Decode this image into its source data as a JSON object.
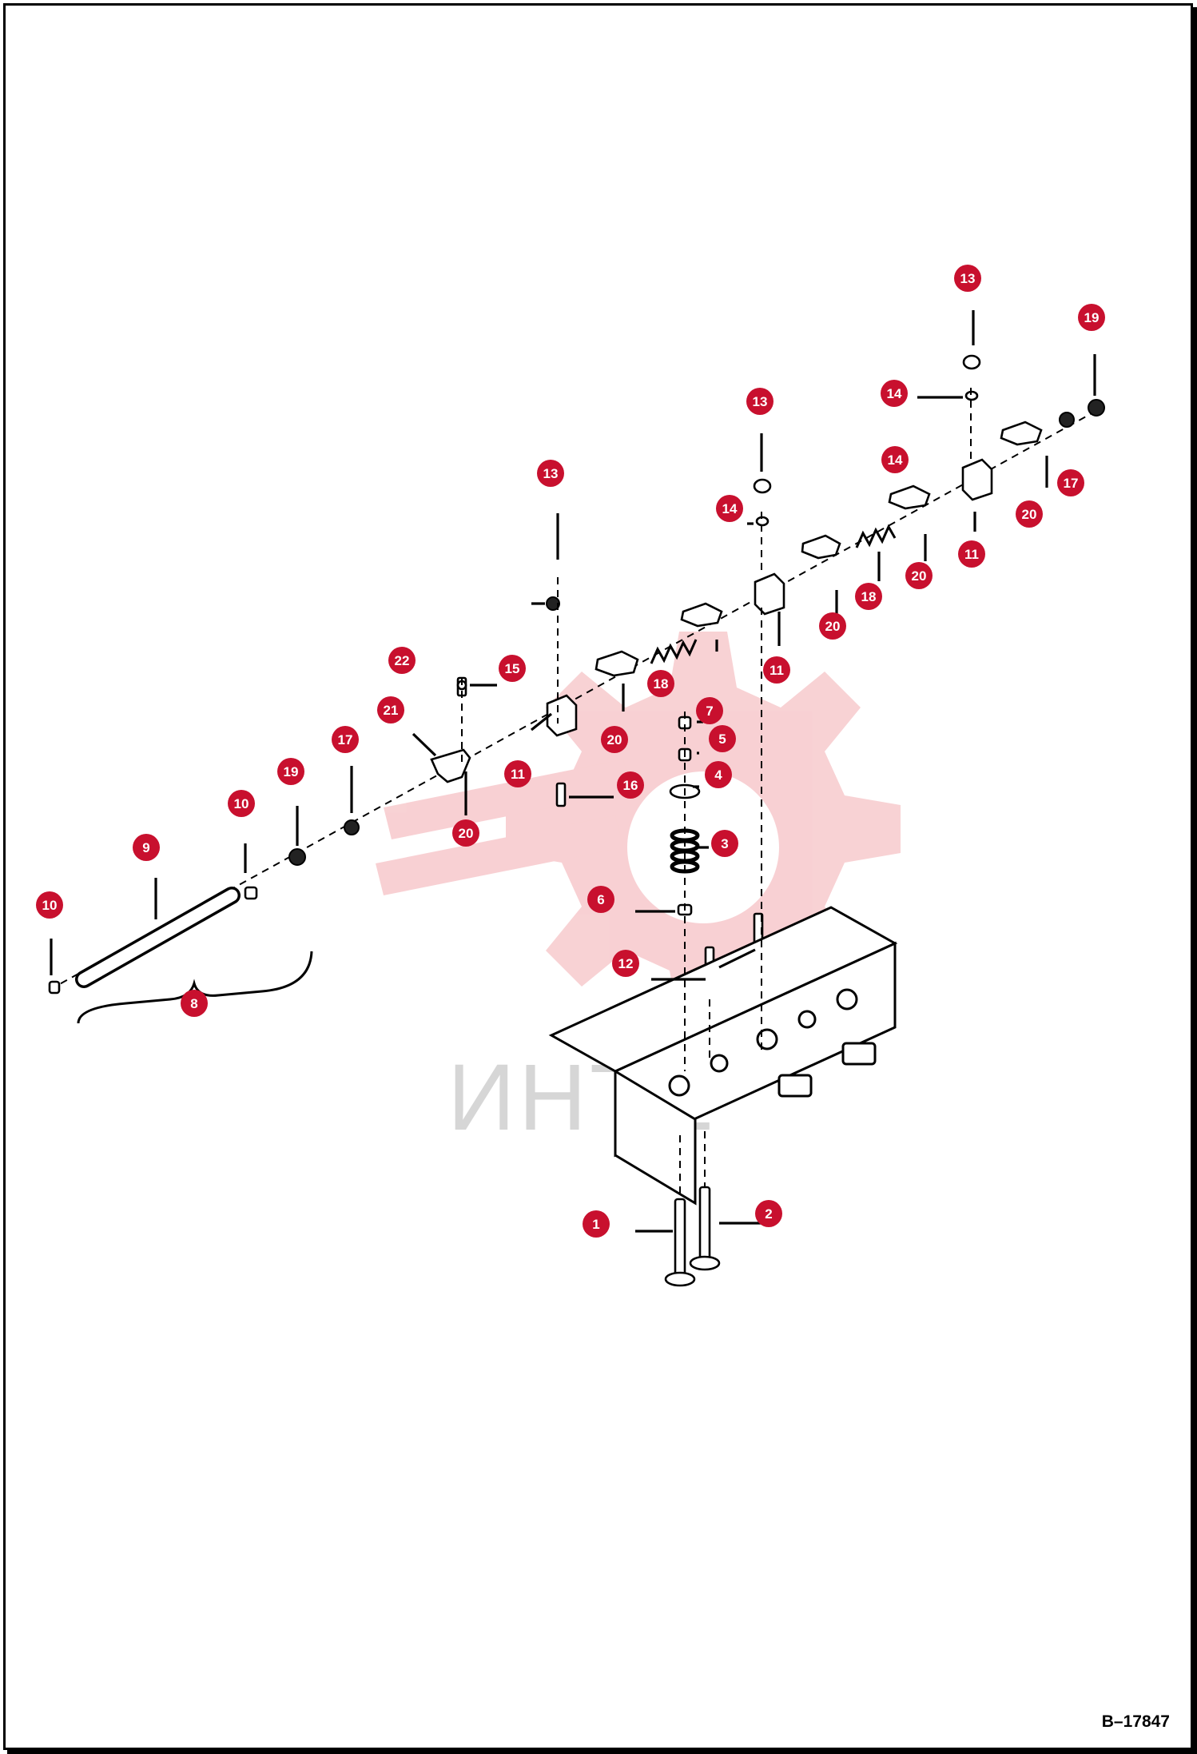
{
  "drawing_id": "B–17847",
  "watermark_text": "ИНТЕ",
  "colors": {
    "callout": "#c8102e",
    "frame": "#000000",
    "watermark": "#f2b8b8"
  },
  "callouts": [
    "1",
    "2",
    "3",
    "4",
    "5",
    "6",
    "7",
    "8",
    "9",
    "10",
    "11",
    "12",
    "13",
    "14",
    "15",
    "16",
    "17",
    "18",
    "19",
    "20",
    "21",
    "22"
  ],
  "callout_instances": [
    {
      "n": "13"
    },
    {
      "n": "19"
    },
    {
      "n": "14"
    },
    {
      "n": "13"
    },
    {
      "n": "14"
    },
    {
      "n": "17"
    },
    {
      "n": "20"
    },
    {
      "n": "11"
    },
    {
      "n": "13"
    },
    {
      "n": "14"
    },
    {
      "n": "18"
    },
    {
      "n": "20"
    },
    {
      "n": "22"
    },
    {
      "n": "15"
    },
    {
      "n": "18"
    },
    {
      "n": "20"
    },
    {
      "n": "11"
    },
    {
      "n": "21"
    },
    {
      "n": "7"
    },
    {
      "n": "17"
    },
    {
      "n": "5"
    },
    {
      "n": "20"
    },
    {
      "n": "11"
    },
    {
      "n": "19"
    },
    {
      "n": "16"
    },
    {
      "n": "4"
    },
    {
      "n": "10"
    },
    {
      "n": "9"
    },
    {
      "n": "20"
    },
    {
      "n": "3"
    },
    {
      "n": "6"
    },
    {
      "n": "10"
    },
    {
      "n": "12"
    },
    {
      "n": "8"
    },
    {
      "n": "1"
    },
    {
      "n": "2"
    }
  ]
}
